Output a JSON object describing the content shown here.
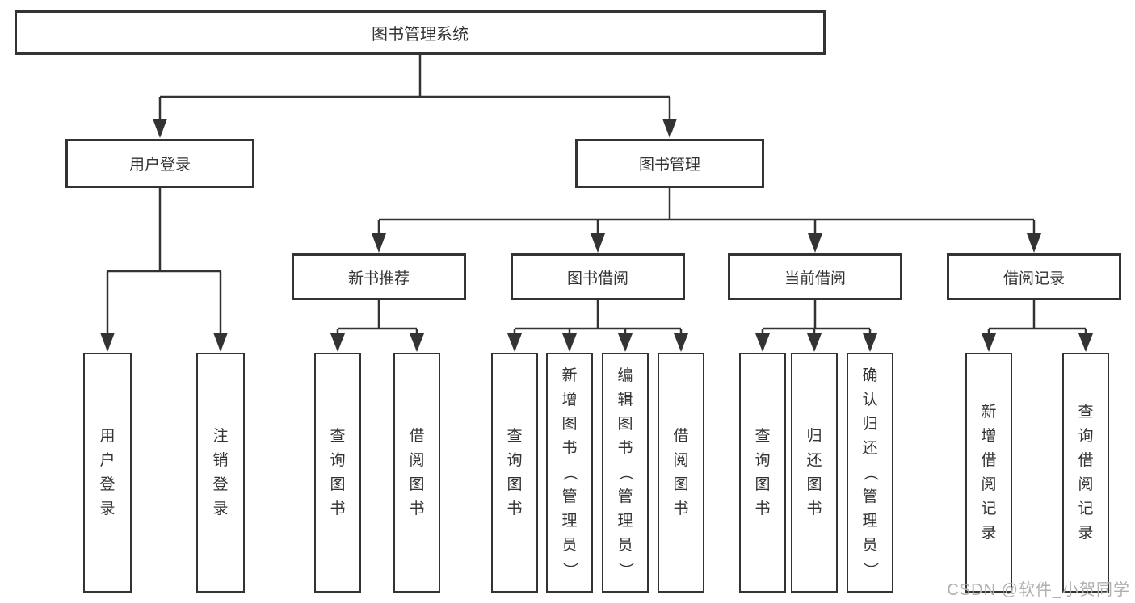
{
  "colors": {
    "line": "#333333",
    "box_border": "#333333",
    "text": "#333333",
    "background": "#ffffff",
    "watermark": "#b0b0b0"
  },
  "tree": {
    "root": "图书管理系统",
    "user_login": {
      "label": "用户登录",
      "children": [
        "用户登录",
        "注销登录"
      ]
    },
    "book_mgmt": {
      "label": "图书管理",
      "sections": [
        {
          "label": "新书推荐",
          "children": [
            "查询图书",
            "借阅图书"
          ]
        },
        {
          "label": "图书借阅",
          "children": [
            "查询图书",
            "新增图书（管理员）",
            "编辑图书（管理员）",
            "借阅图书"
          ]
        },
        {
          "label": "当前借阅",
          "children": [
            "查询图书",
            "归还图书",
            "确认归还（管理员）"
          ]
        },
        {
          "label": "借阅记录",
          "children": [
            "新增借阅记录",
            "查询借阅记录"
          ]
        }
      ]
    }
  },
  "watermark": "CSDN @软件_小贺同学"
}
